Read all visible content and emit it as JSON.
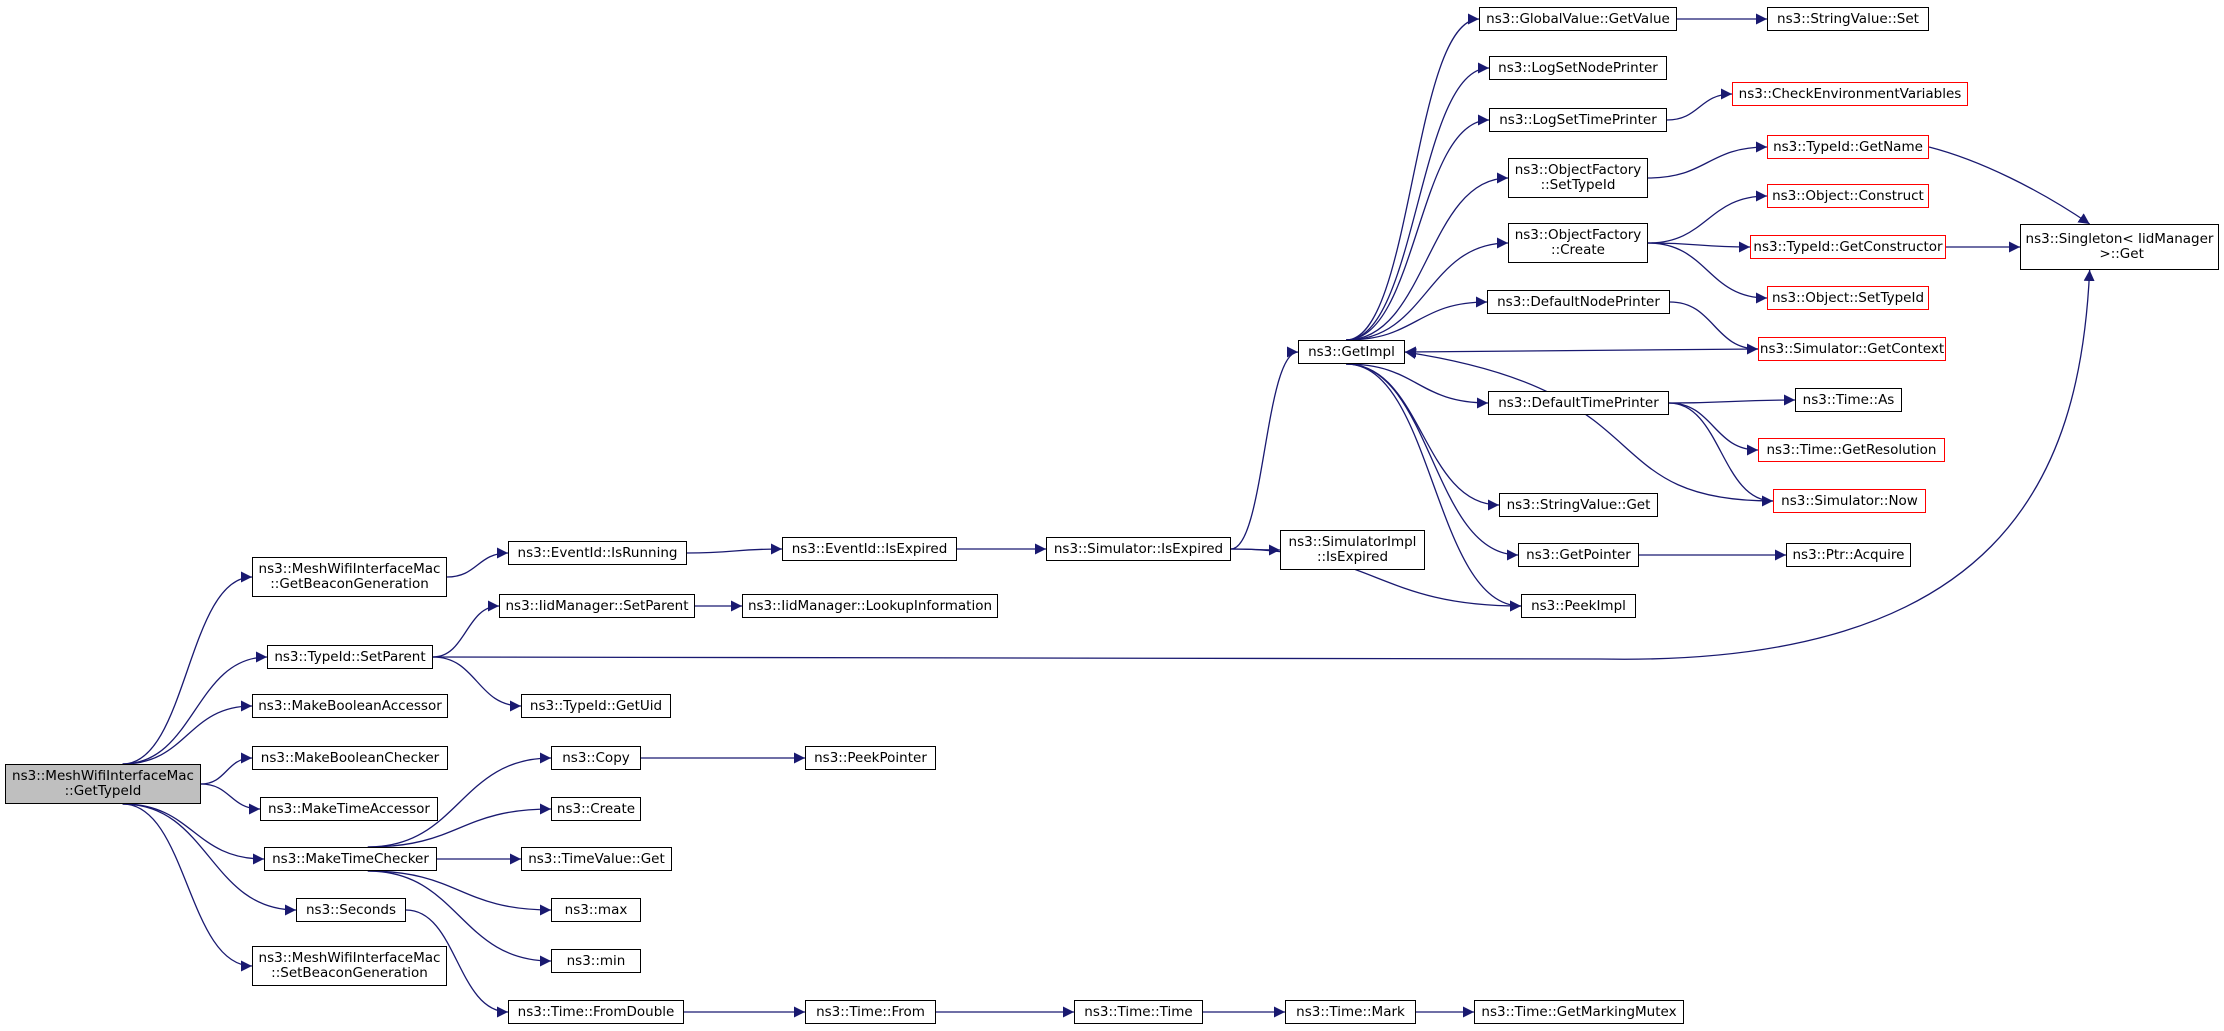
{
  "graph": {
    "edge_color": "#191970",
    "truncated_border_color": "#ff0000",
    "root_fill": "#bfbfbf",
    "nodes": [
      {
        "id": "root",
        "label": "ns3::MeshWifiInterfaceMac\n::GetTypeId",
        "style": "root"
      },
      {
        "id": "getBeaconGen",
        "label": "ns3::MeshWifiInterfaceMac\n::GetBeaconGeneration"
      },
      {
        "id": "setParent",
        "label": "ns3::TypeId::SetParent"
      },
      {
        "id": "makeBoolAcc",
        "label": "ns3::MakeBooleanAccessor"
      },
      {
        "id": "makeBoolChk",
        "label": "ns3::MakeBooleanChecker"
      },
      {
        "id": "makeTimeAcc",
        "label": "ns3::MakeTimeAccessor"
      },
      {
        "id": "makeTimeChk",
        "label": "ns3::MakeTimeChecker"
      },
      {
        "id": "seconds",
        "label": "ns3::Seconds"
      },
      {
        "id": "setBeaconGen",
        "label": "ns3::MeshWifiInterfaceMac\n::SetBeaconGeneration"
      },
      {
        "id": "eventIsRunning",
        "label": "ns3::EventId::IsRunning"
      },
      {
        "id": "iidSetParent",
        "label": "ns3::IidManager::SetParent"
      },
      {
        "id": "getUid",
        "label": "ns3::TypeId::GetUid"
      },
      {
        "id": "copy",
        "label": "ns3::Copy"
      },
      {
        "id": "create",
        "label": "ns3::Create"
      },
      {
        "id": "timeValueGet",
        "label": "ns3::TimeValue::Get"
      },
      {
        "id": "max",
        "label": "ns3::max"
      },
      {
        "id": "min",
        "label": "ns3::min"
      },
      {
        "id": "fromDouble",
        "label": "ns3::Time::FromDouble"
      },
      {
        "id": "eventIsExpired",
        "label": "ns3::EventId::IsExpired"
      },
      {
        "id": "lookupInfo",
        "label": "ns3::IidManager::LookupInformation"
      },
      {
        "id": "peekPointer",
        "label": "ns3::PeekPointer"
      },
      {
        "id": "timeFrom",
        "label": "ns3::Time::From"
      },
      {
        "id": "simIsExpired",
        "label": "ns3::Simulator::IsExpired"
      },
      {
        "id": "timeTime",
        "label": "ns3::Time::Time"
      },
      {
        "id": "getImpl",
        "label": "ns3::GetImpl"
      },
      {
        "id": "simImplIsExpired",
        "label": "ns3::SimulatorImpl\n::IsExpired"
      },
      {
        "id": "timeMark",
        "label": "ns3::Time::Mark"
      },
      {
        "id": "globalGetValue",
        "label": "ns3::GlobalValue::GetValue"
      },
      {
        "id": "logSetNode",
        "label": "ns3::LogSetNodePrinter"
      },
      {
        "id": "logSetTime",
        "label": "ns3::LogSetTimePrinter"
      },
      {
        "id": "ofSetTypeId",
        "label": "ns3::ObjectFactory\n::SetTypeId"
      },
      {
        "id": "ofCreate",
        "label": "ns3::ObjectFactory\n::Create"
      },
      {
        "id": "defNodePrinter",
        "label": "ns3::DefaultNodePrinter"
      },
      {
        "id": "defTimePrinter",
        "label": "ns3::DefaultTimePrinter"
      },
      {
        "id": "strValueGet",
        "label": "ns3::StringValue::Get"
      },
      {
        "id": "getPointer",
        "label": "ns3::GetPointer"
      },
      {
        "id": "peekImpl",
        "label": "ns3::PeekImpl"
      },
      {
        "id": "getMarkingMutex",
        "label": "ns3::Time::GetMarkingMutex"
      },
      {
        "id": "strValueSet",
        "label": "ns3::StringValue::Set"
      },
      {
        "id": "checkEnv",
        "label": "ns3::CheckEnvironmentVariables",
        "style": "red"
      },
      {
        "id": "typeIdGetName",
        "label": "ns3::TypeId::GetName",
        "style": "red"
      },
      {
        "id": "objConstruct",
        "label": "ns3::Object::Construct",
        "style": "red"
      },
      {
        "id": "typeIdGetCtor",
        "label": "ns3::TypeId::GetConstructor",
        "style": "red"
      },
      {
        "id": "objSetTypeId",
        "label": "ns3::Object::SetTypeId",
        "style": "red"
      },
      {
        "id": "simGetContext",
        "label": "ns3::Simulator::GetContext",
        "style": "red"
      },
      {
        "id": "timeAs",
        "label": "ns3::Time::As"
      },
      {
        "id": "timeGetRes",
        "label": "ns3::Time::GetResolution",
        "style": "red"
      },
      {
        "id": "simNow",
        "label": "ns3::Simulator::Now",
        "style": "red"
      },
      {
        "id": "ptrAcquire",
        "label": "ns3::Ptr::Acquire"
      },
      {
        "id": "singletonGet",
        "label": "ns3::Singleton< IidManager\n >::Get"
      }
    ],
    "edges": [
      [
        "root",
        "getBeaconGen"
      ],
      [
        "root",
        "setParent"
      ],
      [
        "root",
        "makeBoolAcc"
      ],
      [
        "root",
        "makeBoolChk"
      ],
      [
        "root",
        "makeTimeAcc"
      ],
      [
        "root",
        "makeTimeChk"
      ],
      [
        "root",
        "seconds"
      ],
      [
        "root",
        "setBeaconGen"
      ],
      [
        "getBeaconGen",
        "eventIsRunning"
      ],
      [
        "eventIsRunning",
        "eventIsExpired"
      ],
      [
        "eventIsExpired",
        "simIsExpired"
      ],
      [
        "simIsExpired",
        "getImpl"
      ],
      [
        "simIsExpired",
        "simImplIsExpired"
      ],
      [
        "simIsExpired",
        "peekImpl"
      ],
      [
        "setParent",
        "iidSetParent"
      ],
      [
        "setParent",
        "getUid"
      ],
      [
        "setParent",
        "singletonGet"
      ],
      [
        "iidSetParent",
        "lookupInfo"
      ],
      [
        "makeTimeChk",
        "copy"
      ],
      [
        "makeTimeChk",
        "create"
      ],
      [
        "makeTimeChk",
        "timeValueGet"
      ],
      [
        "makeTimeChk",
        "max"
      ],
      [
        "makeTimeChk",
        "min"
      ],
      [
        "copy",
        "peekPointer"
      ],
      [
        "seconds",
        "fromDouble"
      ],
      [
        "fromDouble",
        "timeFrom"
      ],
      [
        "timeFrom",
        "timeTime"
      ],
      [
        "timeTime",
        "timeMark"
      ],
      [
        "timeMark",
        "getMarkingMutex"
      ],
      [
        "getImpl",
        "globalGetValue"
      ],
      [
        "getImpl",
        "logSetNode"
      ],
      [
        "getImpl",
        "logSetTime"
      ],
      [
        "getImpl",
        "ofSetTypeId"
      ],
      [
        "getImpl",
        "ofCreate"
      ],
      [
        "getImpl",
        "defNodePrinter"
      ],
      [
        "getImpl",
        "defTimePrinter"
      ],
      [
        "getImpl",
        "strValueGet"
      ],
      [
        "getImpl",
        "getPointer"
      ],
      [
        "getImpl",
        "peekImpl"
      ],
      [
        "globalGetValue",
        "strValueSet"
      ],
      [
        "logSetTime",
        "checkEnv"
      ],
      [
        "ofSetTypeId",
        "typeIdGetName"
      ],
      [
        "ofCreate",
        "objConstruct"
      ],
      [
        "ofCreate",
        "typeIdGetCtor"
      ],
      [
        "ofCreate",
        "objSetTypeId"
      ],
      [
        "defNodePrinter",
        "simGetContext"
      ],
      [
        "simGetContext",
        "getImpl"
      ],
      [
        "defTimePrinter",
        "timeAs"
      ],
      [
        "defTimePrinter",
        "timeGetRes"
      ],
      [
        "defTimePrinter",
        "simNow"
      ],
      [
        "simNow",
        "getImpl"
      ],
      [
        "getPointer",
        "ptrAcquire"
      ],
      [
        "typeIdGetName",
        "singletonGet"
      ],
      [
        "typeIdGetCtor",
        "singletonGet"
      ]
    ]
  }
}
